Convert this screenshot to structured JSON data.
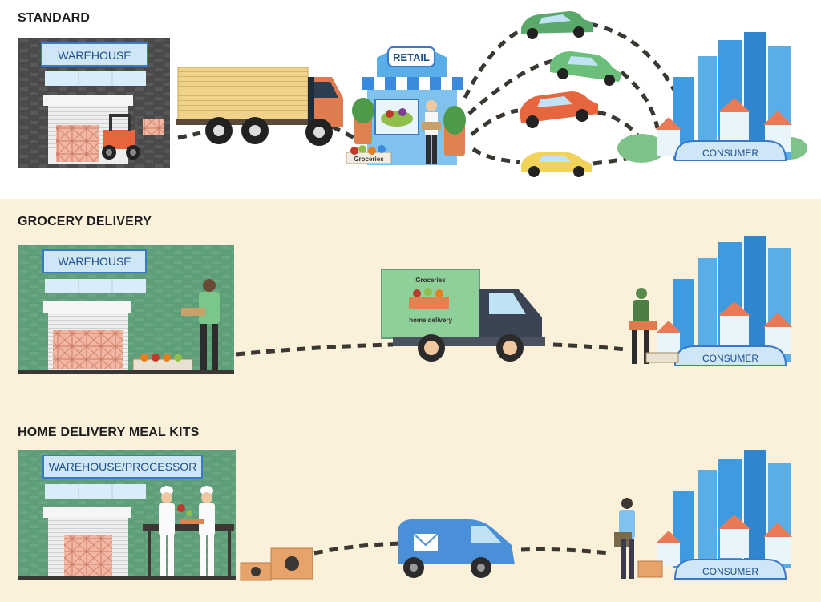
{
  "sections": {
    "standard": {
      "title": "STANDARD",
      "warehouse_label": "WAREHOUSE",
      "retail_label": "RETAIL",
      "groceries_label": "Groceries",
      "consumer_label": "CONSUMER"
    },
    "grocery_delivery": {
      "title": "GROCERY DELIVERY",
      "warehouse_label": "WAREHOUSE",
      "truck_label_top": "Groceries",
      "truck_label_bottom": "home delivery",
      "consumer_label": "CONSUMER"
    },
    "meal_kits": {
      "title": "HOME DELIVERY MEAL KITS",
      "warehouse_label": "WAREHOUSE/PROCESSOR",
      "consumer_label": "CONSUMER"
    }
  },
  "colors": {
    "top_background": "#ffffff",
    "lower_background": "#fbf0da",
    "warehouse_dark": "#4a4a4a",
    "warehouse_green": "#5e9e78",
    "sign_fill": "#cfe6f7",
    "sign_stroke": "#3a78c8",
    "city_blue": "#3f9be0",
    "roof_orange": "#e87a55",
    "path_dash": "#3b3732"
  }
}
